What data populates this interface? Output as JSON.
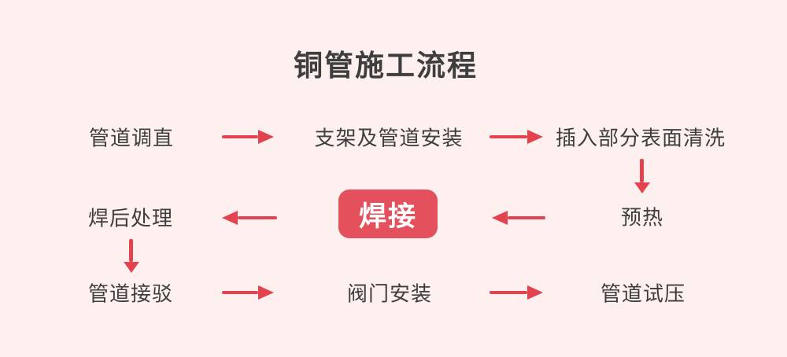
{
  "page": {
    "title": "铜管施工流程",
    "background_color": "#fdf0ee",
    "accent_color": "#e2434f",
    "box_color": "#e4505c",
    "text_color": "#3e3e3e",
    "box_text_color": "#ffffff"
  },
  "flow": {
    "nodes": {
      "pipe_straightening": {
        "label": "管道调直"
      },
      "bracket_and_pipe_install": {
        "label": "支架及管道安装"
      },
      "insert_surface_cleaning": {
        "label": "插入部分表面清洗"
      },
      "preheating": {
        "label": "预热"
      },
      "welding": {
        "label": "焊接",
        "highlighted": true
      },
      "post_weld_treatment": {
        "label": "焊后处理"
      },
      "pipe_connection": {
        "label": "管道接驳"
      },
      "valve_installation": {
        "label": "阀门安装"
      },
      "pipe_pressure_test": {
        "label": "管道试压"
      }
    },
    "order": [
      "pipe_straightening",
      "bracket_and_pipe_install",
      "insert_surface_cleaning",
      "preheating",
      "welding",
      "post_weld_treatment",
      "pipe_connection",
      "valve_installation",
      "pipe_pressure_test"
    ]
  }
}
